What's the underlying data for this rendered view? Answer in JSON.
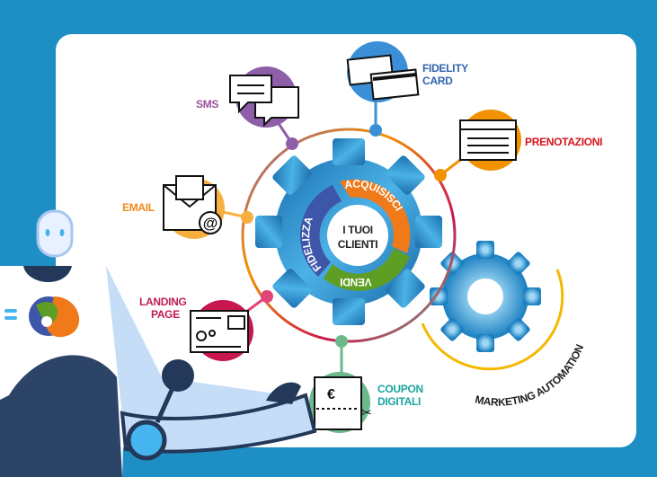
{
  "center": {
    "line1": "I TUOI",
    "line2": "CLIENTI"
  },
  "cycle": [
    {
      "label": "ACQUISISCI",
      "color": "#f07a1a"
    },
    {
      "label": "VENDI",
      "color": "#5f9e24"
    },
    {
      "label": "FIDELIZZA",
      "color": "#3d56a8"
    }
  ],
  "automation_label": "MARKETING AUTOMATION",
  "channels": [
    {
      "label": "SMS",
      "color": "#8e5ea8",
      "text_color": "#9b4f9e"
    },
    {
      "label_line1": "FIDELITY",
      "label_line2": "CARD",
      "color": "#3a8fd6",
      "text_color": "#2f64ad"
    },
    {
      "label": "PRENOTAZIONI",
      "color": "#f39200",
      "text_color": "#d4151c"
    },
    {
      "label": "EMAIL",
      "color": "#f7b040",
      "text_color": "#f08a1c"
    },
    {
      "label_line1": "LANDING",
      "label_line2": "PAGE",
      "color": "#c8174f",
      "text_color": "#c01d52"
    },
    {
      "label_line1": "COUPON",
      "label_line2": "DIGITALI",
      "color": "#6db98c",
      "text_color": "#1aa5a0"
    }
  ],
  "icons": {
    "email_at": "@",
    "coupon_euro": "€"
  },
  "colors": {
    "background": "#1e8fc4",
    "panel": "#ffffff",
    "gear": "#2a8ac8",
    "robot": "#2c4468"
  }
}
